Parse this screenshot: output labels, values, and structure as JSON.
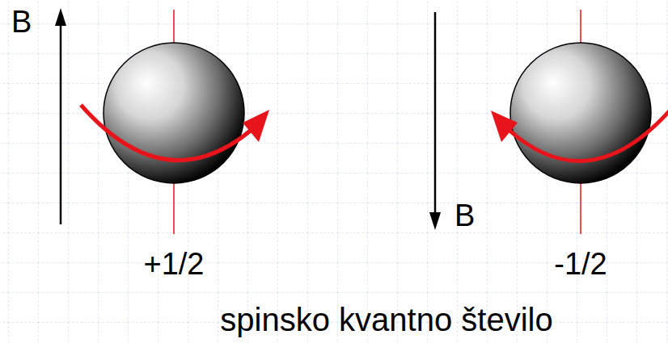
{
  "diagram": {
    "caption": "spinsko kvantno število",
    "labels": [
      "B",
      "+1/2",
      "B",
      "-1/2"
    ]
  }
}
